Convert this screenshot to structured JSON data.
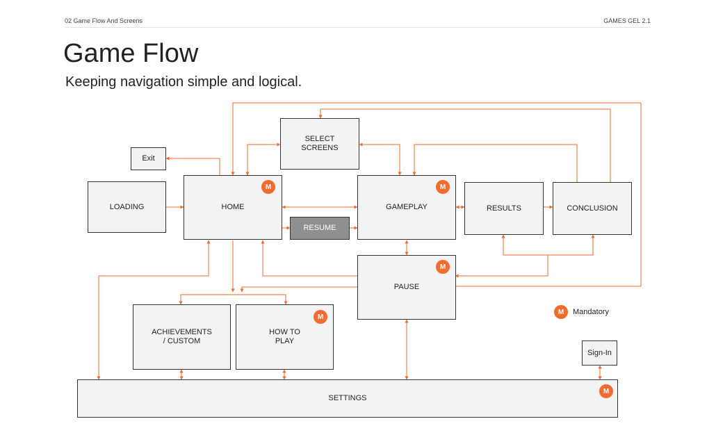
{
  "header": {
    "section": "02 Game Flow And Screens",
    "product": "GAMES GEL 2.1",
    "title": "Game Flow",
    "subtitle": "Keeping navigation simple and logical."
  },
  "colors": {
    "accent": "#f26a2e",
    "box_fill": "#f3f3f3",
    "box_border": "#333333",
    "resume_fill": "#8f8f8f"
  },
  "badge_icon": "mandatory-m-icon",
  "badge_glyph": "M",
  "nodes": {
    "exit": "Exit",
    "loading": "LOADING",
    "home": "HOME",
    "select_screens": "SELECT\nSCREENS",
    "gameplay": "GAMEPLAY",
    "resume": "RESUME",
    "results": "RESULTS",
    "conclusion": "CONCLUSION",
    "pause": "PAUSE",
    "achievements": "ACHIEVEMENTS\n/ CUSTOM",
    "how_to_play": "HOW TO\nPLAY",
    "sign_in": "Sign-In",
    "settings": "SETTINGS"
  },
  "legend": {
    "mandatory": "Mandatory"
  }
}
